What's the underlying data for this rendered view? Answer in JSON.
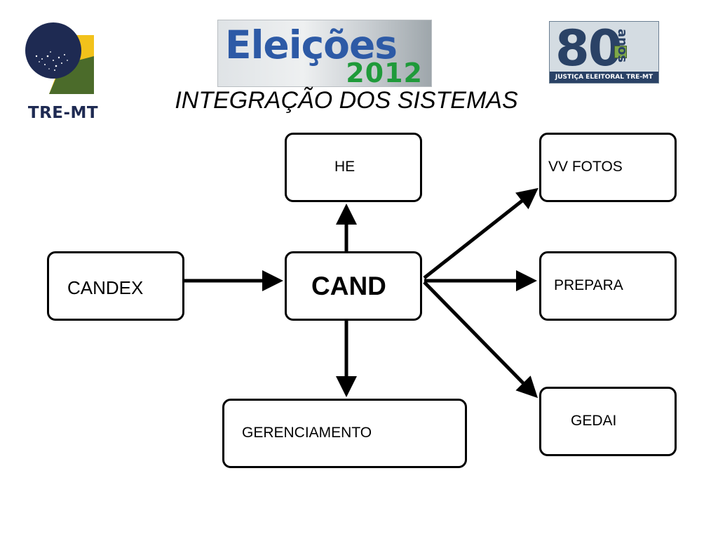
{
  "header": {
    "logo_left_text": "TRE-MT",
    "banner_center": {
      "word": "Eleições",
      "year": "2012"
    },
    "badge_right": {
      "number": "80",
      "word": "anos",
      "footer": "JUSTIÇA ELEITORAL TRE-MT"
    }
  },
  "title": "INTEGRAÇÃO DOS SISTEMAS",
  "diagram": {
    "nodes": {
      "he": "HE",
      "vv_fotos": "VV FOTOS",
      "candex": "CANDEX",
      "cand": "CAND",
      "prepara": "PREPARA",
      "gedai": "GEDAI",
      "gerenciamento": "GERENCIAMENTO"
    },
    "edges": [
      {
        "from": "CANDEX",
        "to": "CAND"
      },
      {
        "from": "CAND",
        "to": "HE"
      },
      {
        "from": "CAND",
        "to": "VV FOTOS"
      },
      {
        "from": "CAND",
        "to": "PREPARA"
      },
      {
        "from": "CAND",
        "to": "GEDAI"
      },
      {
        "from": "CAND",
        "to": "GERENCIAMENTO"
      }
    ]
  },
  "colors": {
    "tre_navy": "#1e2a52",
    "tre_yellow": "#f2c21b",
    "tre_green": "#4b6b2a",
    "banner_blue": "#2d5aa6",
    "banner_green": "#1f9a3a",
    "badge_navy": "#2a4266"
  }
}
